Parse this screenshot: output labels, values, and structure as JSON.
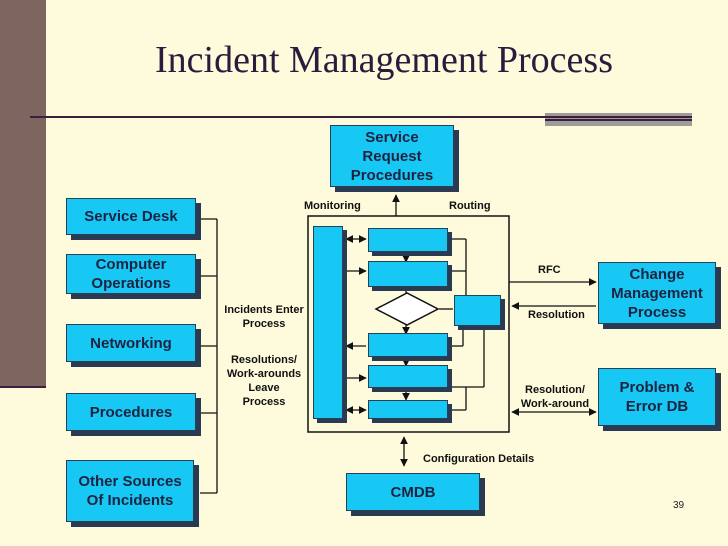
{
  "title": "Incident Management Process",
  "page_number": "39",
  "sources": [
    {
      "line1": "Service Desk",
      "line2": ""
    },
    {
      "line1": "Computer",
      "line2": "Operations"
    },
    {
      "line1": "Networking",
      "line2": ""
    },
    {
      "line1": "Procedures",
      "line2": ""
    },
    {
      "line1": "Other Sources",
      "line2": "Of Incidents"
    }
  ],
  "service_request": {
    "line1": "Service",
    "line2": "Request",
    "line3": "Procedures"
  },
  "change_mgmt": {
    "line1": "Change",
    "line2": "Management",
    "line3": "Process"
  },
  "problem_db": {
    "line1": "Problem &",
    "line2": "Error DB"
  },
  "cmdb": "CMDB",
  "labels": {
    "monitoring": "Monitoring",
    "routing": "Routing",
    "incidents_enter_1": "Incidents Enter",
    "incidents_enter_2": "Process",
    "resolutions_1": "Resolutions/",
    "resolutions_2": "Work-arounds",
    "resolutions_3": "Leave",
    "resolutions_4": "Process",
    "rfc": "RFC",
    "resolution": "Resolution",
    "resolution_wa_1": "Resolution/",
    "resolution_wa_2": "Work-around",
    "config_details": "Configuration Details"
  },
  "colors": {
    "box_fill": "#17c7f4",
    "box_shadow": "#2a3a52",
    "background": "#fdfbdc",
    "title": "#2b1b3d"
  }
}
